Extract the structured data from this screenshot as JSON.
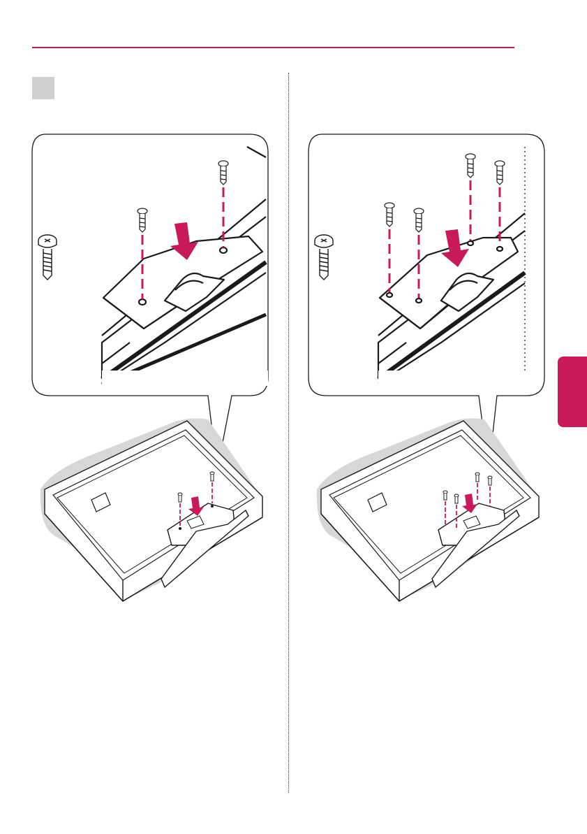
{
  "colors": {
    "accent": "#c8195a",
    "callout_border": "#1a1a1a",
    "shadow": "#d7d7d7",
    "step_box": "#d0d0d0"
  },
  "panels": [
    {
      "id": "left",
      "screw_count": 2
    },
    {
      "id": "right",
      "screw_count": 4
    }
  ],
  "icons": {
    "screw": "screw-icon",
    "arrow": "down-arrow-icon"
  }
}
